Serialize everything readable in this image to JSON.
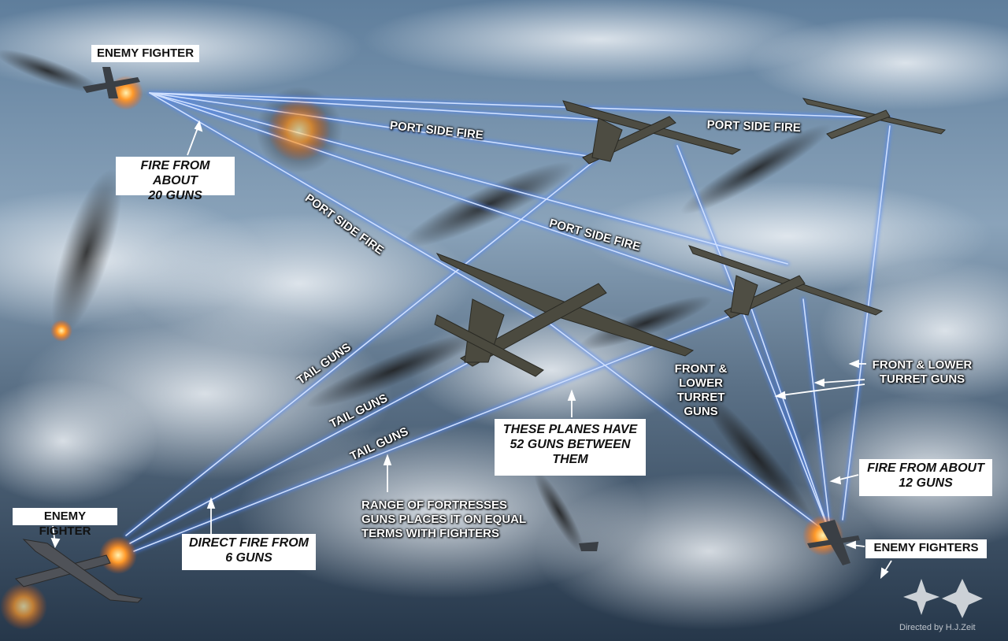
{
  "callouts": {
    "enemy_fighter_top": "ENEMY FIGHTER",
    "fire_20_guns": "FIRE FROM ABOUT\n20 GUNS",
    "enemy_fighter_bottom": "ENEMY FIGHTER",
    "direct_fire_6": "DIRECT FIRE FROM\n6 GUNS",
    "planes_52_guns": "THESE PLANES HAVE\n52 GUNS BETWEEN\nTHEM",
    "fire_12_guns": "FIRE FROM ABOUT\n12 GUNS",
    "enemy_fighters": "ENEMY FIGHTERS"
  },
  "labels": {
    "port_side_fire_1": "PORT SIDE FIRE",
    "port_side_fire_2": "PORT SIDE FIRE",
    "port_side_fire_3": "PORT SIDE FIRE",
    "port_side_fire_4": "PORT SIDE FIRE",
    "tail_guns_1": "TAIL GUNS",
    "tail_guns_2": "TAIL GUNS",
    "tail_guns_3": "TAIL GUNS",
    "front_lower_turret_1": "FRONT &\nLOWER\nTURRET\nGUNS",
    "front_lower_turret_2": "FRONT & LOWER\nTURRET GUNS",
    "range_note": "RANGE OF FORTRESSES\nGUNS PLACES IT ON EQUAL\nTERMS WITH FIGHTERS"
  },
  "watermark": "Directed by H.J.Zeit",
  "colors": {
    "tracer": "#9fc4ff",
    "tracer_glow": "#4d86ff",
    "sky_top": "#4f6f90",
    "sky_low": "#2c3f55",
    "cloud": "#e6ebf0"
  }
}
